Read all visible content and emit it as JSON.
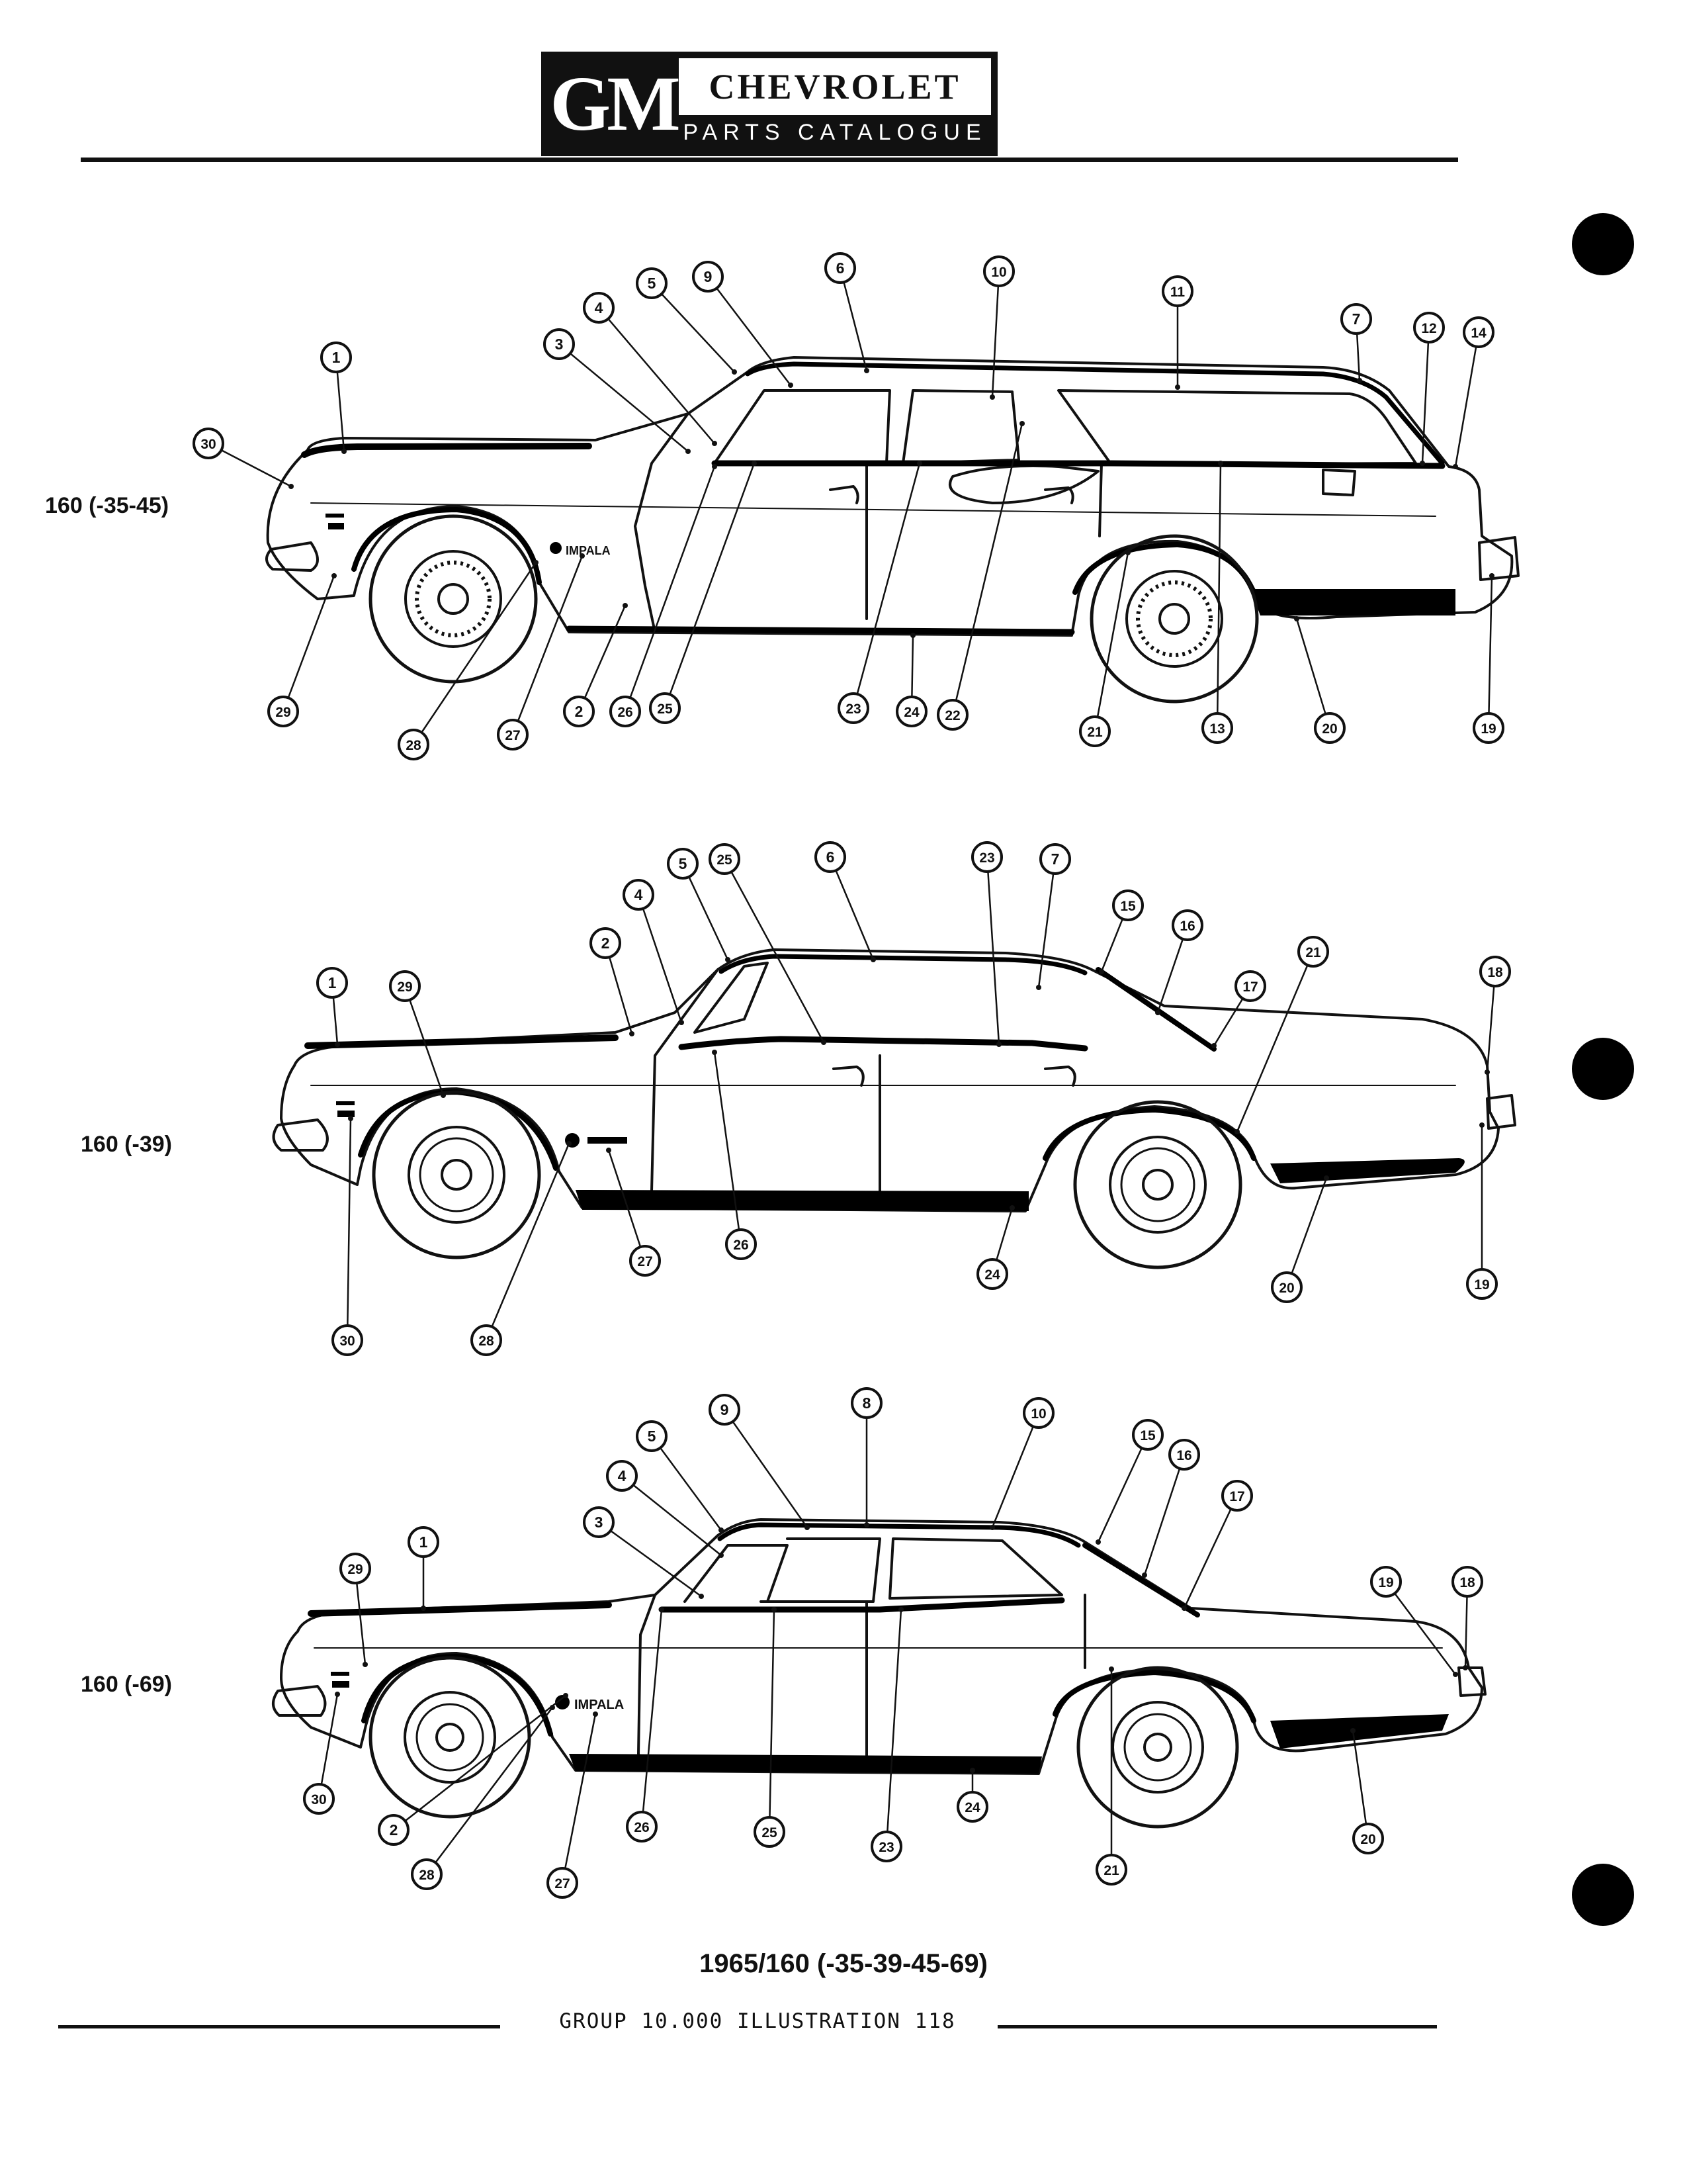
{
  "header": {
    "brand": "GM",
    "make": "CHEVROLET",
    "subtitle": "PARTS CATALOGUE"
  },
  "views": [
    {
      "label": "160 (-35-45)",
      "callouts": [
        "1",
        "2",
        "3",
        "4",
        "5",
        "6",
        "7",
        "9",
        "10",
        "11",
        "12",
        "13",
        "14",
        "19",
        "20",
        "21",
        "22",
        "23",
        "24",
        "25",
        "26",
        "27",
        "28",
        "29",
        "30"
      ],
      "emblems": [
        "IMPALA"
      ]
    },
    {
      "label": "160 (-39)",
      "callouts": [
        "1",
        "2",
        "4",
        "5",
        "6",
        "7",
        "15",
        "16",
        "17",
        "18",
        "19",
        "20",
        "21",
        "23",
        "24",
        "25",
        "26",
        "27",
        "28",
        "29",
        "30"
      ],
      "emblems": []
    },
    {
      "label": "160 (-69)",
      "callouts": [
        "1",
        "2",
        "3",
        "4",
        "5",
        "8",
        "9",
        "10",
        "15",
        "16",
        "17",
        "18",
        "19",
        "20",
        "21",
        "23",
        "24",
        "25",
        "26",
        "27",
        "28",
        "29",
        "30"
      ],
      "emblems": [
        "IMPALA"
      ]
    }
  ],
  "caption": "1965/160 (-35-39-45-69)",
  "footer": "GROUP 10.000 ILLUSTRATION 118"
}
